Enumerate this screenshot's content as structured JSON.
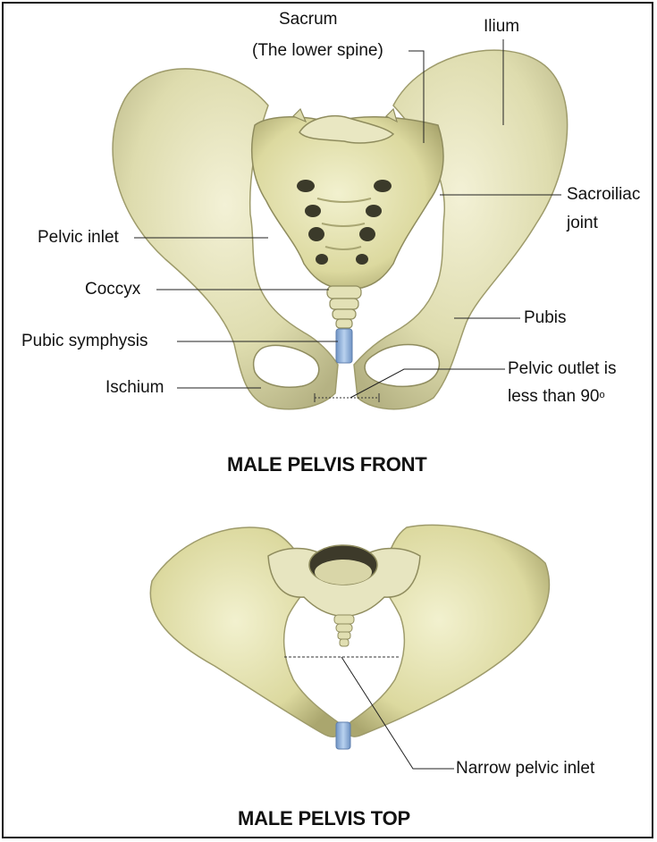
{
  "colors": {
    "bone_light": "#f1efcf",
    "bone_mid": "#d8d6a6",
    "bone_shadow": "#a8a574",
    "cartilage": "#8fb2dc",
    "line": "#222222"
  },
  "front": {
    "title": "MALE PELVIS FRONT",
    "labels": {
      "sacrum_line1": "Sacrum",
      "sacrum_line2": "(The lower spine)",
      "ilium": "Ilium",
      "sacroiliac_line1": "Sacroiliac",
      "sacroiliac_line2": "joint",
      "pelvic_inlet": "Pelvic inlet",
      "coccyx": "Coccyx",
      "pubis": "Pubis",
      "pubic_symphysis": "Pubic symphysis",
      "pelvic_outlet_line1": "Pelvic outlet is",
      "pelvic_outlet_line2": "less than 90",
      "degree_symbol": "o",
      "ischium": "Ischium"
    }
  },
  "top": {
    "title": "MALE PELVIS TOP",
    "labels": {
      "narrow_inlet": "Narrow pelvic inlet"
    }
  }
}
